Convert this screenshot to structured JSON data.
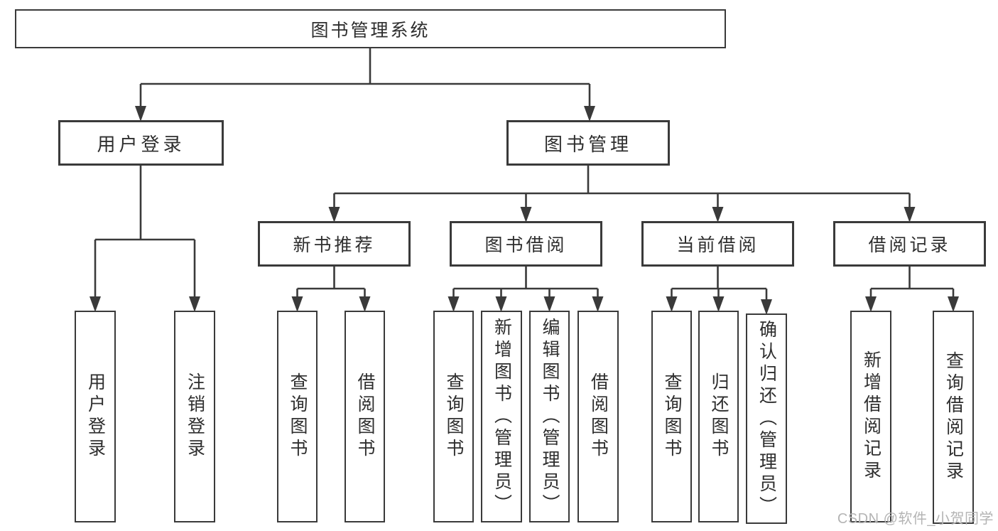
{
  "watermark": "CSDN @软件_小贺同学",
  "colors": {
    "background": "#ffffff",
    "line": "#3a3a3a",
    "text": "#2e2e2e",
    "watermark": "#b4b4b4"
  },
  "nodes": {
    "root": "图书管理系统",
    "user_login": "用户登录",
    "book_manage": "图书管理",
    "login_children": [
      "用户登录",
      "注销登录"
    ],
    "groups": [
      {
        "label": "新书推荐",
        "children": [
          "查询图书",
          "借阅图书"
        ]
      },
      {
        "label": "图书借阅",
        "children": [
          "查询图书",
          "新增图书（管理员）",
          "编辑图书（管理员）",
          "借阅图书"
        ]
      },
      {
        "label": "当前借阅",
        "children": [
          "查询图书",
          "归还图书",
          "确认归还（管理员）"
        ]
      },
      {
        "label": "借阅记录",
        "children": [
          "新增借阅记录",
          "查询借阅记录"
        ]
      }
    ]
  }
}
